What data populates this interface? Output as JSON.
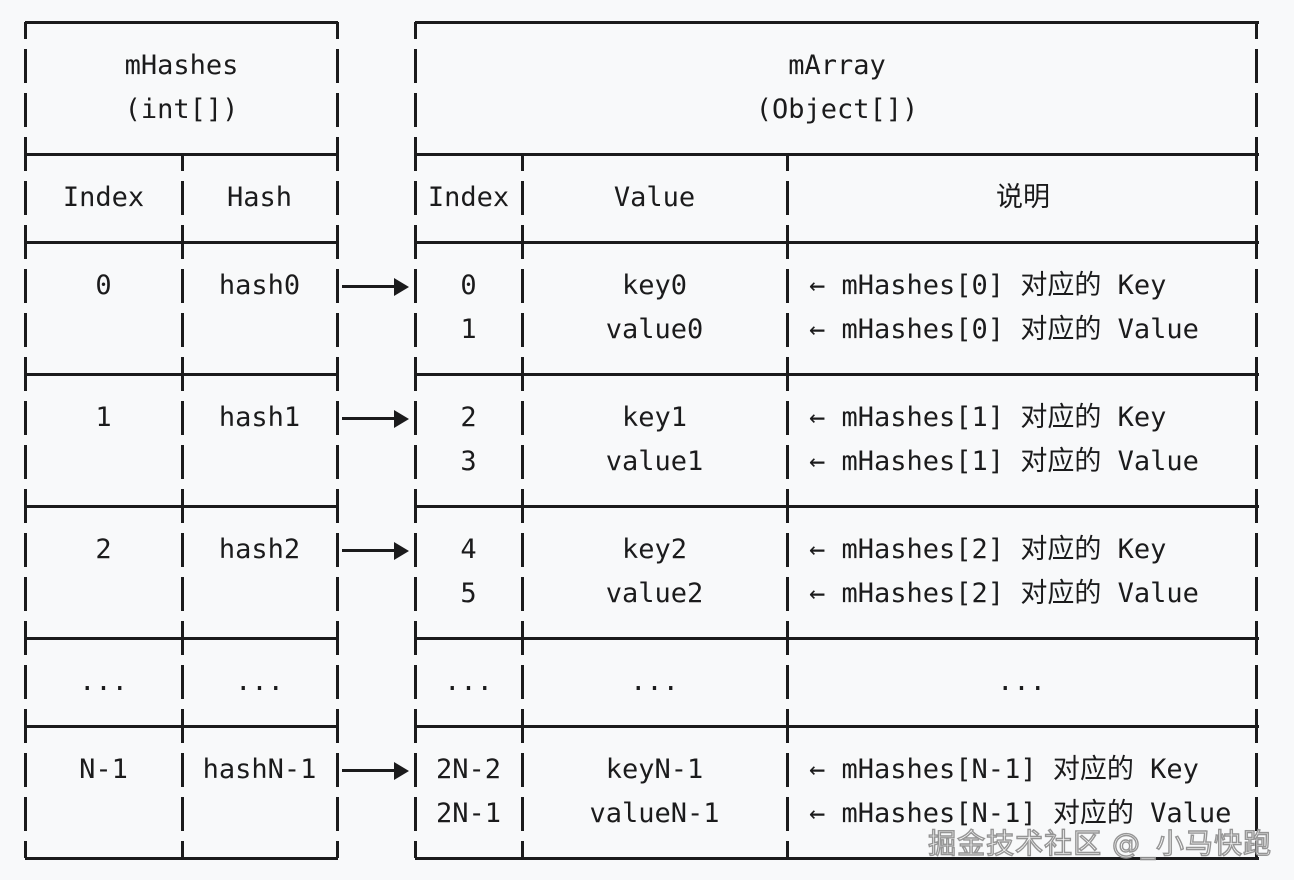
{
  "colors": {
    "ink": "#1b1b1c",
    "background": "#f8f9fa",
    "watermark_fill": "#ffffff",
    "watermark_outline": "#909090"
  },
  "left_table": {
    "title": "mHashes",
    "type": "(int[])",
    "headers": {
      "index": "Index",
      "hash": "Hash"
    },
    "rows": [
      {
        "index": "0",
        "hash": "hash0"
      },
      {
        "index": "1",
        "hash": "hash1"
      },
      {
        "index": "2",
        "hash": "hash2"
      },
      {
        "index": "...",
        "hash": "..."
      },
      {
        "index": "N-1",
        "hash": "hashN-1"
      }
    ]
  },
  "right_table": {
    "title": "mArray",
    "type": "(Object[])",
    "headers": {
      "index": "Index",
      "value": "Value",
      "note": "说明"
    },
    "rows": [
      {
        "index": "0",
        "value": "key0",
        "note": "← mHashes[0] 对应的 Key"
      },
      {
        "index": "1",
        "value": "value0",
        "note": "← mHashes[0] 对应的 Value"
      },
      {
        "index": "2",
        "value": "key1",
        "note": "← mHashes[1] 对应的 Key"
      },
      {
        "index": "3",
        "value": "value1",
        "note": "← mHashes[1] 对应的 Value"
      },
      {
        "index": "4",
        "value": "key2",
        "note": "← mHashes[2] 对应的 Key"
      },
      {
        "index": "5",
        "value": "value2",
        "note": "← mHashes[2] 对应的 Value"
      },
      {
        "index": "...",
        "value": "...",
        "note": "..."
      },
      {
        "index": "2N-2",
        "value": "keyN-1",
        "note": "← mHashes[N-1] 对应的 Key"
      },
      {
        "index": "2N-1",
        "value": "valueN-1",
        "note": "← mHashes[N-1] 对应的 Value"
      }
    ]
  },
  "watermark": "掘金技术社区 @_小马快跑"
}
